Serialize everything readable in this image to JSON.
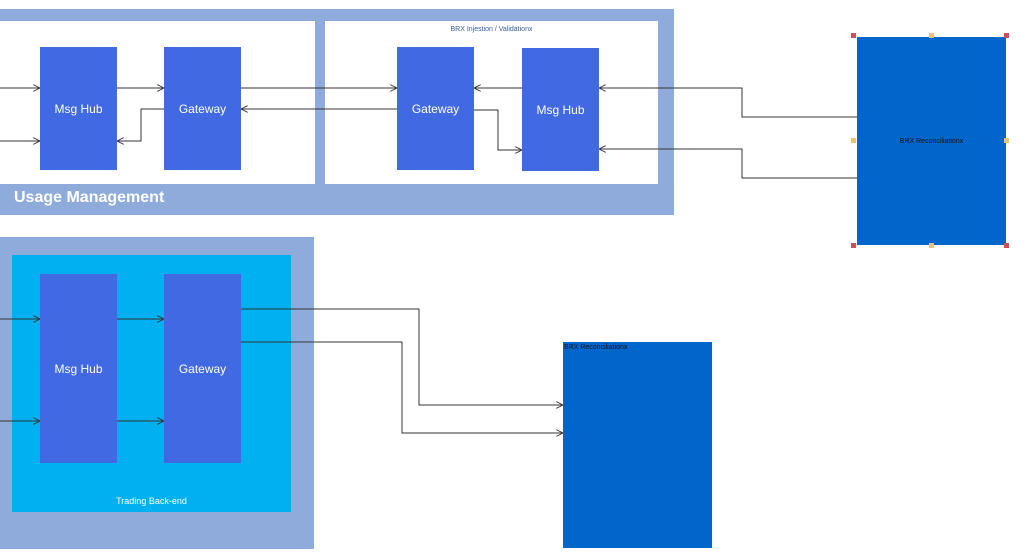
{
  "usage_management": {
    "title": "Usage Management",
    "left": {
      "msg_hub": "Msg Hub",
      "gateway": "Gateway"
    },
    "injection": {
      "title": "BRX Injestion / Validationx",
      "gateway": "Gateway",
      "msg_hub": "Msg Hub"
    }
  },
  "reconciliation_top": {
    "label": "BRX Reconciliationx"
  },
  "trading": {
    "title": "Trading Back-end",
    "msg_hub": "Msg Hub",
    "gateway": "Gateway"
  },
  "reconciliation_bottom": {
    "label": "BRX Reconciliationx"
  },
  "colors": {
    "group_outer": "#8fabdb",
    "block": "#4169e1",
    "trading_inner": "#00b0f0",
    "reconciliation": "#0066cc",
    "connector": "#333333"
  }
}
